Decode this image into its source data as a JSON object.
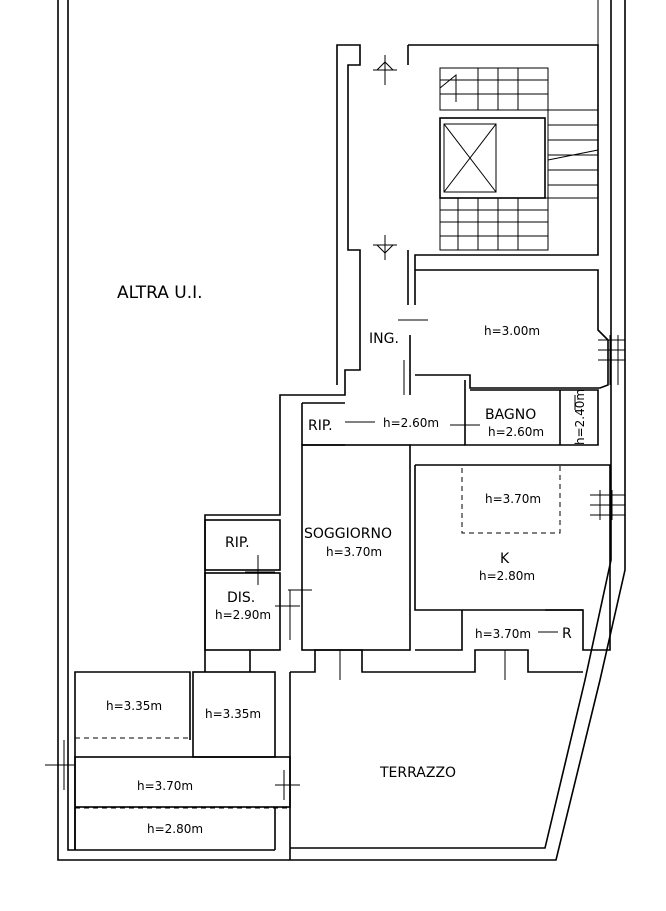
{
  "labels": {
    "other_unit": "ALTRA U.I.",
    "entrance": "ING.",
    "entrance_height": "h=3.00m",
    "closet_1": "RIP.",
    "corridor_height": "h=2.60m",
    "bathroom": "BAGNO",
    "bathroom_height": "h=2.60m",
    "side_height": "h=2.40m",
    "living": "SOGGIORNO",
    "living_height": "h=3.70m",
    "kitchen": "K",
    "kitchen_height": "h=2.80m",
    "kitchen_upper_height": "h=3.70m",
    "kitchen_lower_height": "h=3.70m",
    "kitchen_r": "R",
    "closet_2": "RIP.",
    "hall": "DIS.",
    "hall_height": "h=2.90m",
    "room_a_height": "h=3.35m",
    "room_b_height": "h=3.35m",
    "room_c_height": "h=3.70m",
    "room_d_height": "h=2.80m",
    "terrace": "TERRAZZO"
  }
}
